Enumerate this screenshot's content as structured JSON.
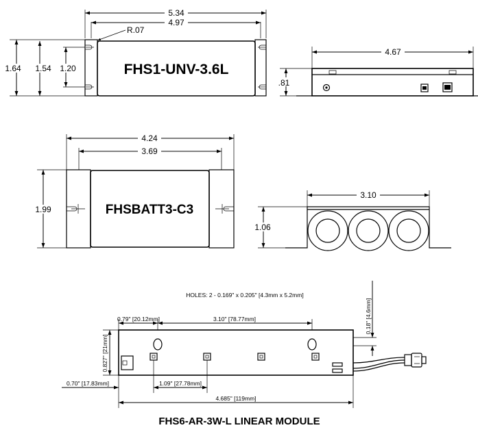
{
  "ballast": {
    "label": "FHS1-UNV-3.6L",
    "dims": {
      "overall_length": "5.34",
      "mount_length": "4.97",
      "radius": "R.07",
      "overall_height": "1.64",
      "body_height": "1.54",
      "slot_spacing": "1.20",
      "side_length": "4.67",
      "side_height": ".81"
    }
  },
  "battery": {
    "label": "FHSBATT3-C3",
    "dims": {
      "overall_length": "4.24",
      "body_length": "3.69",
      "height": "1.99",
      "side_length": "3.10",
      "side_height": "1.06"
    }
  },
  "module": {
    "holes_note": "HOLES: 2 - 0.169\" x 0.205\" [4.3mm x 5.2mm]",
    "dims": {
      "hole_from_left": "0.79\" [20.12mm]",
      "hole_spacing": "3.10\" [78.77mm]",
      "hole_offset": "0.18\" [4.6mm]",
      "width": "0.827\" [21mm]",
      "led_from_left": "0.70\" [17.83mm]",
      "led_pitch": "1.09\" [27.78mm]",
      "length": "4.685\" [119mm]"
    },
    "caption": "FHS6-AR-3W-L LINEAR MODULE"
  }
}
